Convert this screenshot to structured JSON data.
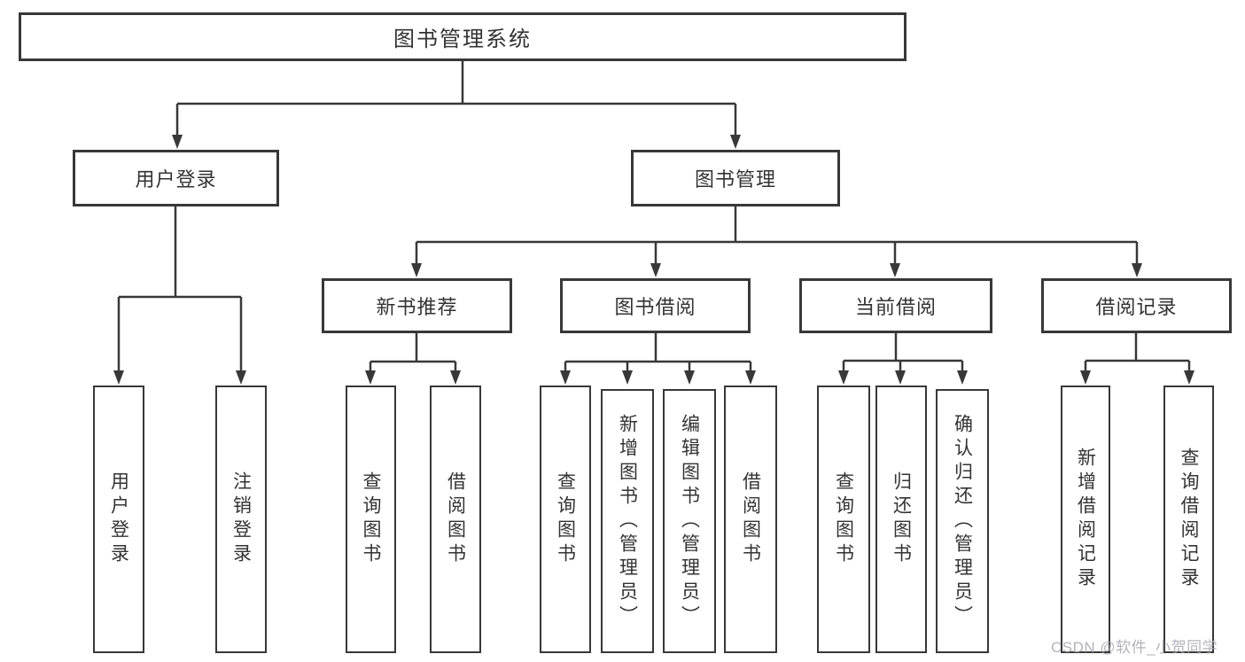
{
  "diagram_title": "图书管理系统",
  "tree": {
    "label": "图书管理系统",
    "children": [
      {
        "label": "用户登录",
        "children": [
          {
            "label": "用户登录"
          },
          {
            "label": "注销登录"
          }
        ]
      },
      {
        "label": "图书管理",
        "children": [
          {
            "label": "新书推荐",
            "children": [
              {
                "label": "查询图书"
              },
              {
                "label": "借阅图书"
              }
            ]
          },
          {
            "label": "图书借阅",
            "children": [
              {
                "label": "查询图书"
              },
              {
                "label": "新增图书（管理员）"
              },
              {
                "label": "编辑图书（管理员）"
              },
              {
                "label": "借阅图书"
              }
            ]
          },
          {
            "label": "当前借阅",
            "children": [
              {
                "label": "查询图书"
              },
              {
                "label": "归还图书"
              },
              {
                "label": "确认归还（管理员）"
              }
            ]
          },
          {
            "label": "借阅记录",
            "children": [
              {
                "label": "新增借阅记录"
              },
              {
                "label": "查询借阅记录"
              }
            ]
          }
        ]
      }
    ]
  },
  "watermark": {
    "text": "CSDN @软件_小贺同学"
  },
  "colors": {
    "line": "#383838",
    "box_border": "#383838",
    "box_background": "#ffffff",
    "text": "#333333",
    "watermark": "#a4a4af"
  }
}
